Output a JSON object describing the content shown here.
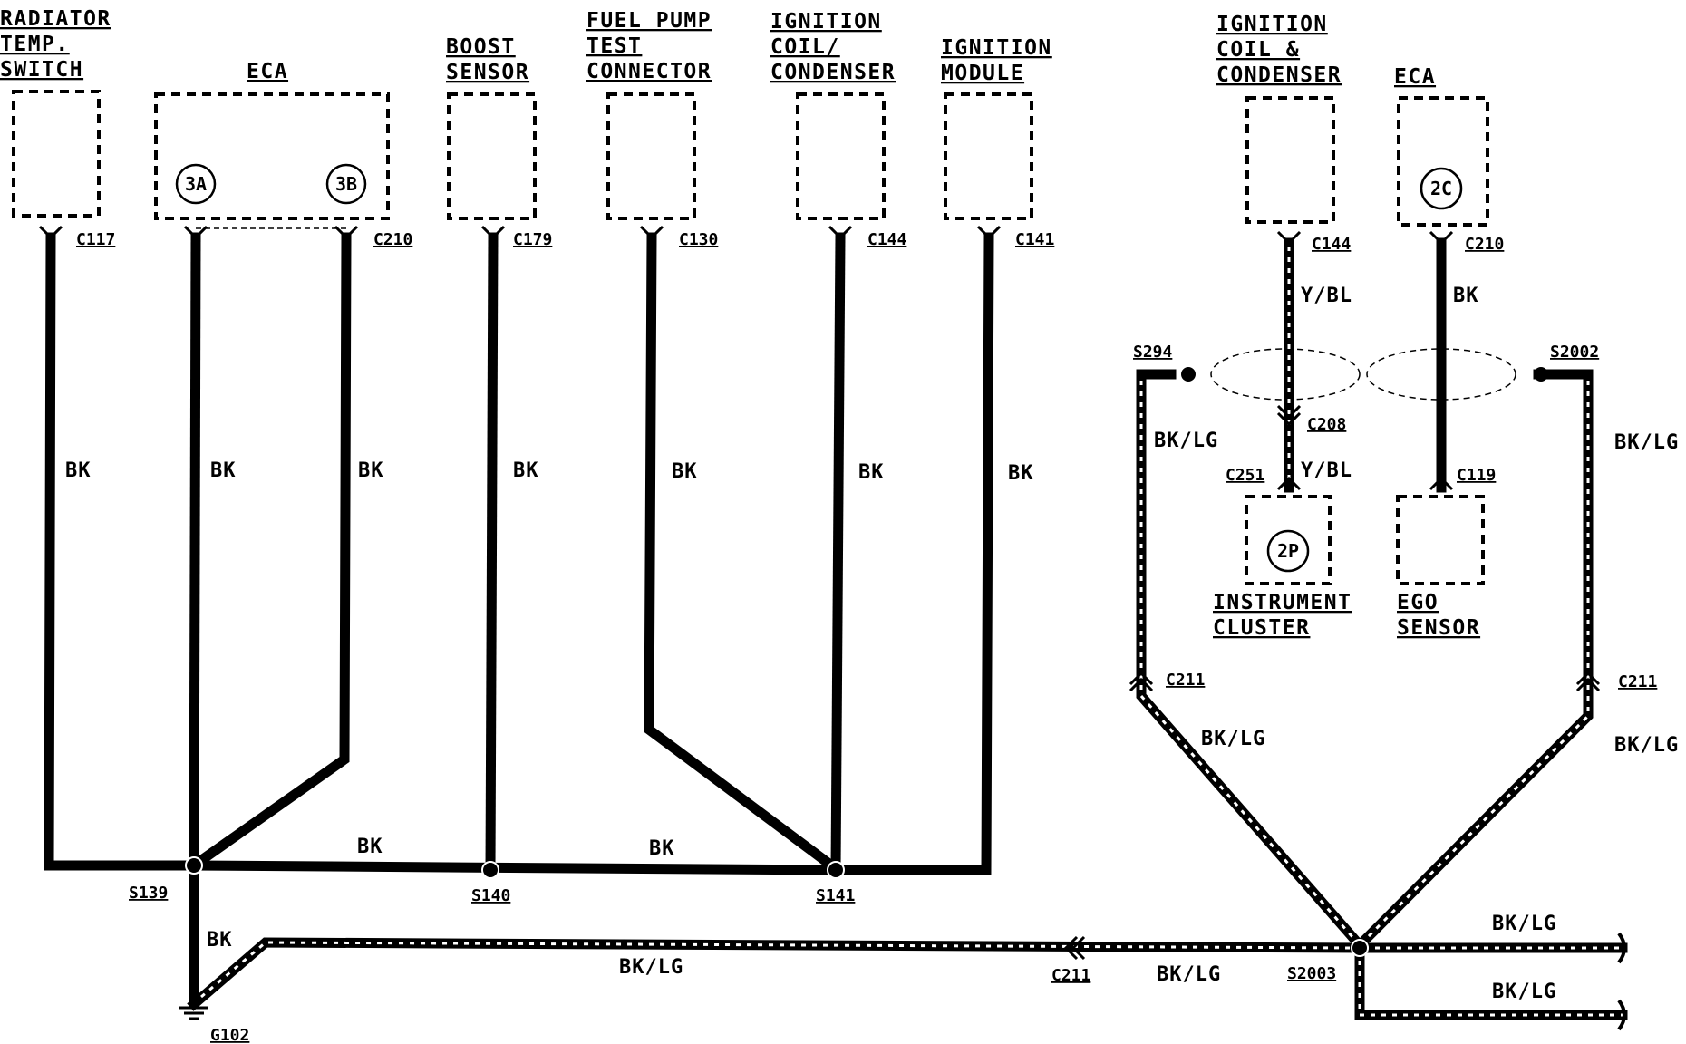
{
  "components": {
    "radiator_temp_switch": [
      "RADIATOR",
      "TEMP.",
      "SWITCH"
    ],
    "eca_main": "ECA",
    "boost_sensor": [
      "BOOST",
      "SENSOR"
    ],
    "fuel_pump_test_connector": [
      "FUEL PUMP",
      "TEST",
      "CONNECTOR"
    ],
    "ignition_coil_condenser_1": [
      "IGNITION",
      "COIL/",
      "CONDENSER"
    ],
    "ignition_module": [
      "IGNITION",
      "MODULE"
    ],
    "ignition_coil_condenser_2": [
      "IGNITION",
      "COIL &",
      "CONDENSER"
    ],
    "eca_right": "ECA",
    "instrument_cluster": [
      "INSTRUMENT",
      "CLUSTER"
    ],
    "ego_sensor": [
      "EGO",
      "SENSOR"
    ]
  },
  "pins": {
    "eca_3a": "3A",
    "eca_3b": "3B",
    "eca_2c": "2C",
    "cluster_2p": "2P"
  },
  "connectors": {
    "c117": "C117",
    "c210_main": "C210",
    "c179": "C179",
    "c130": "C130",
    "c144_1": "C144",
    "c141": "C141",
    "c144_2": "C144",
    "c210_right": "C210",
    "c208": "C208",
    "c251": "C251",
    "c119": "C119",
    "c211_left": "C211",
    "c211_right": "C211",
    "c211_bottom": "C211"
  },
  "splices": {
    "s139": "S139",
    "s140": "S140",
    "s141": "S141",
    "s294": "S294",
    "s2002": "S2002",
    "s2003": "S2003"
  },
  "ground": {
    "g102": "G102"
  },
  "wire_colors": {
    "bk": "BK",
    "bk_lg": "BK/LG",
    "y_bl": "Y/BL"
  },
  "colors": {
    "line": "#000000",
    "background": "#ffffff"
  }
}
